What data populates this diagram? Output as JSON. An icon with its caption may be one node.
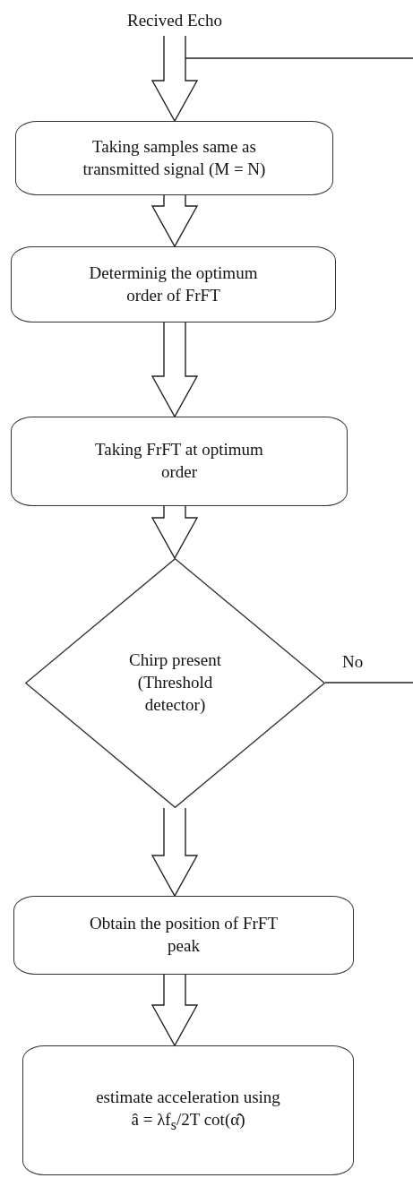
{
  "diagram": {
    "nodes": [
      {
        "text": [
          "Recived Echo"
        ]
      },
      {
        "text": [
          "Taking samples same as transmitted signal (M = N)"
        ]
      },
      {
        "text": [
          "Determinig the optimum order of FrFT"
        ]
      },
      {
        "text": [
          "Taking FrFT at optimum order"
        ]
      },
      {
        "text": [
          "Chirp present (Threshold detector)"
        ]
      },
      {
        "text": [
          "Obtain the position of FrFT peak"
        ]
      },
      {
        "text": [
          "estimate acceleration using",
          "â = λf$_{s}$/2T cot(α̂)"
        ]
      }
    ],
    "edges": [
      {
        "from": 0,
        "to": 1,
        "arrow": "to"
      },
      {
        "from": 1,
        "to": 2,
        "arrow": "to"
      },
      {
        "from": 2,
        "to": 3,
        "arrow": "to"
      },
      {
        "from": 3,
        "to": 4,
        "arrow": "to"
      },
      {
        "from": 4,
        "to": 5,
        "arrow": "to"
      },
      {
        "from": 5,
        "to": 6,
        "arrow": "to"
      },
      {
        "from": 4,
        "to": null,
        "arrow": "none",
        "label": "No"
      },
      {
        "from": null,
        "to": 1,
        "arrow": "none"
      }
    ]
  }
}
